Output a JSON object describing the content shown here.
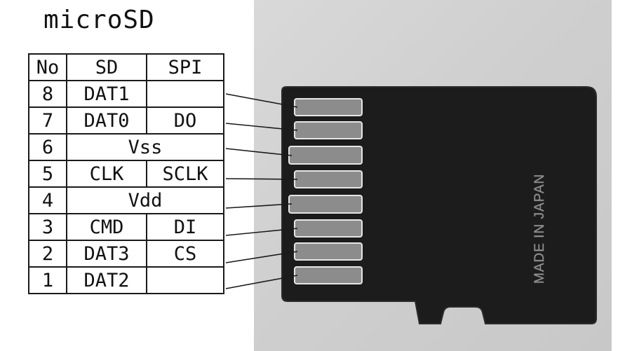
{
  "title": "microSD",
  "table": {
    "headers": {
      "no": "No",
      "sd": "SD",
      "spi": "SPI"
    },
    "rows": [
      {
        "no": "8",
        "sd": "DAT1",
        "spi": ""
      },
      {
        "no": "7",
        "sd": "DAT0",
        "spi": "DO"
      },
      {
        "no": "6",
        "merged": "Vss"
      },
      {
        "no": "5",
        "sd": "CLK",
        "spi": "SCLK"
      },
      {
        "no": "4",
        "merged": "Vdd"
      },
      {
        "no": "3",
        "sd": "CMD",
        "spi": "DI"
      },
      {
        "no": "2",
        "sd": "DAT3",
        "spi": "CS"
      },
      {
        "no": "1",
        "sd": "DAT2",
        "spi": ""
      }
    ]
  },
  "card": {
    "print": "MADE IN JAPAN",
    "body_color": "#1c1c1c",
    "contact_color": "#8c8c8c"
  }
}
